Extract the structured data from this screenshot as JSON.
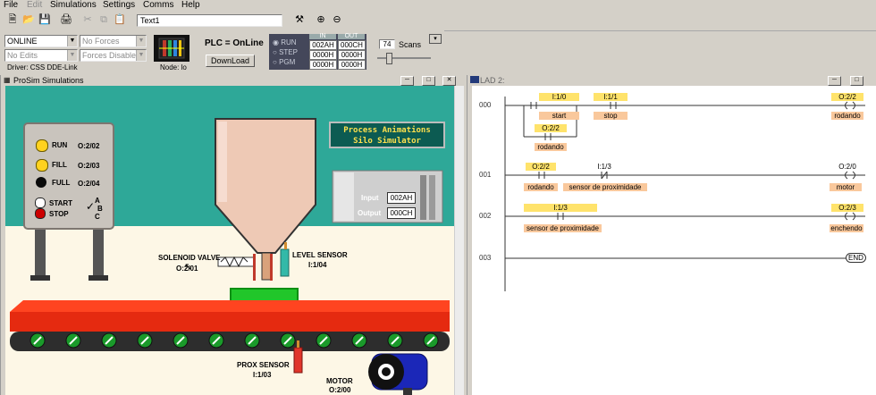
{
  "menu": [
    "File",
    "Edit",
    "Simulations",
    "Settings",
    "Comms",
    "Help"
  ],
  "menu_disabled": [
    "Edit"
  ],
  "toolbar": {
    "doc_name": "Text1"
  },
  "status": {
    "mode_combo": "ONLINE",
    "edit_combo": "No Edits",
    "forces_combo": "No Forces",
    "forces_enabled_combo": "Forces Disabled",
    "driver": "Driver: CSS DDE-Link",
    "node": "Node: lo",
    "plc_state": "PLC = OnLine",
    "download_label": "DownLoad",
    "modes": [
      "RUN",
      "STEP",
      "PGM"
    ],
    "reg_headers": [
      "IN",
      "OUT"
    ],
    "registers": [
      [
        "002AH",
        "000CH"
      ],
      [
        "0000H",
        "0000H"
      ],
      [
        "0000H",
        "0000H"
      ]
    ],
    "scans_value": "74",
    "scans_label": "Scans"
  },
  "prosim": {
    "title": "ProSim Simulations",
    "panel": {
      "lamps": [
        {
          "label": "RUN",
          "addr": "O:2/02"
        },
        {
          "label": "FILL",
          "addr": "O:2/03"
        },
        {
          "label": "FULL",
          "addr": "O:2/04"
        }
      ],
      "start_label": "START",
      "stop_label": "STOP",
      "abc": [
        "A",
        "B",
        "C"
      ]
    },
    "banner_line1": "Process Animations",
    "banner_line2": "Silo Simulator",
    "io_input_label": "Input",
    "io_input_value": "002AH",
    "io_output_label": "Output",
    "io_output_value": "000CH",
    "solenoid_label": "SOLENOID VALVE",
    "solenoid_addr": "O:2/01",
    "level_label": "LEVEL SENSOR",
    "level_addr": "I:1/04",
    "prox_label": "PROX SENSOR",
    "prox_addr": "I:1/03",
    "motor_label": "MOTOR",
    "motor_addr": "O:2/00"
  },
  "ladder": {
    "title": "LAD 2:",
    "rungs": [
      {
        "no": "000",
        "contacts": [
          {
            "addr": "I:1/0",
            "desc": "start"
          },
          {
            "addr": "I:1/1",
            "desc": "stop"
          },
          {
            "addr": "O:2/2",
            "desc": "rodando"
          }
        ],
        "coil": {
          "addr": "O:2/2",
          "desc": "rodando"
        }
      },
      {
        "no": "001",
        "contacts": [
          {
            "addr": "O:2/2",
            "desc": "rodando"
          },
          {
            "addr": "I:1/3",
            "desc": "sensor de proximidade"
          }
        ],
        "coil": {
          "addr": "O:2/0",
          "desc": "motor"
        }
      },
      {
        "no": "002",
        "contacts": [
          {
            "addr": "I:1/3",
            "desc": "sensor de proximidade"
          }
        ],
        "coil": {
          "addr": "O:2/3",
          "desc": "enchendo"
        }
      },
      {
        "no": "003",
        "contacts": [],
        "coil": {
          "addr": "",
          "desc": "END"
        }
      }
    ]
  }
}
